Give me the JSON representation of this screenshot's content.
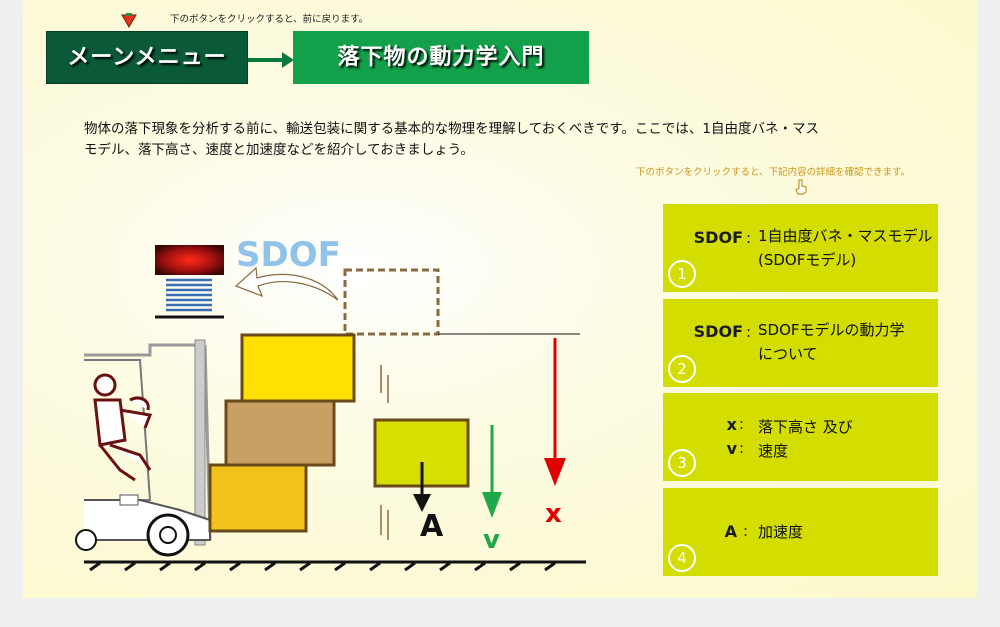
{
  "hints": {
    "top": "下のボタンをクリックすると、前に戻ります。",
    "right": "下のボタンをクリックすると、下記内容の詳細を確認できます。"
  },
  "nav": {
    "menu_label": "メーンメニュー",
    "title": "落下物の動力学入門"
  },
  "intro": {
    "line1": "物体の落下現象を分析する前に、輸送包装に関する基本的な物理を理解しておくべきです。ここでは、1自由度バネ・マス",
    "line2": "モデル、落下高さ、速度と加速度などを紹介しておきましょう。"
  },
  "illustration": {
    "sdof_label": "SDOF",
    "accel_label": "A",
    "velocity_label": "v",
    "height_label": "x"
  },
  "cards": [
    {
      "num": "1",
      "key": "SDOF",
      "text1": "1自由度バネ・マスモデル",
      "text2": "(SDOFモデル)"
    },
    {
      "num": "2",
      "key": "SDOF",
      "text1": "SDOFモデルの動力学",
      "text2": "について"
    },
    {
      "num": "3",
      "key1": "x",
      "key2": "v",
      "text1": "落下高さ 及び",
      "text2": "速度"
    },
    {
      "num": "4",
      "key": "A",
      "text1": "加速度"
    }
  ],
  "colors": {
    "menu_button": "#0b5a37",
    "title_box": "#12a14a",
    "card": "#d3dd00",
    "height_arrow": "#e00000",
    "velocity_arrow": "#1fa84a"
  }
}
